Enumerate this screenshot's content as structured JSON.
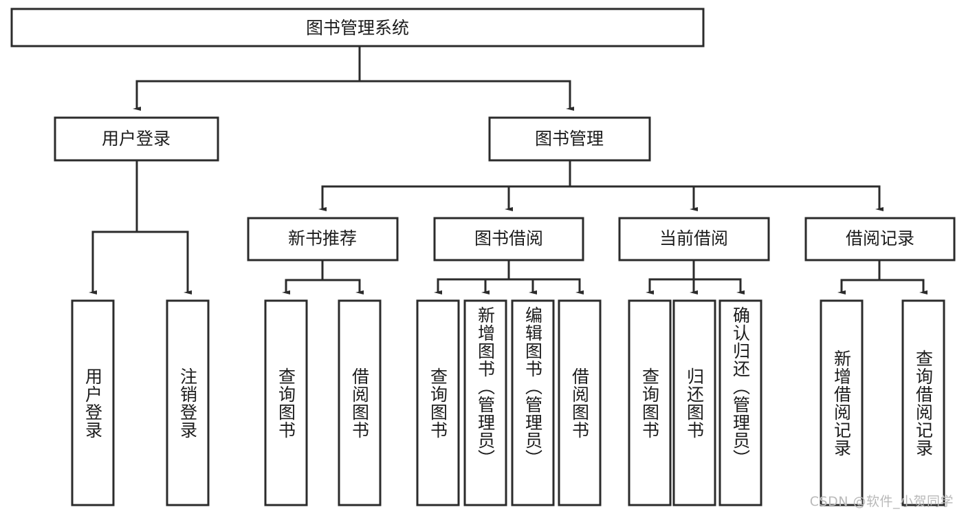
{
  "diagram": {
    "type": "tree-hierarchy",
    "title": "图书管理系统",
    "root": {
      "id": "root",
      "label": "图书管理系统"
    },
    "level1": [
      {
        "id": "user-login",
        "label": "用户登录"
      },
      {
        "id": "book-manage",
        "label": "图书管理"
      }
    ],
    "level2": [
      {
        "id": "new-book-recommend",
        "label": "新书推荐",
        "parent": "book-manage"
      },
      {
        "id": "book-borrow",
        "label": "图书借阅",
        "parent": "book-manage"
      },
      {
        "id": "current-borrow",
        "label": "当前借阅",
        "parent": "book-manage"
      },
      {
        "id": "borrow-record",
        "label": "借阅记录",
        "parent": "book-manage"
      }
    ],
    "leaves": [
      {
        "id": "leaf-user-login",
        "label": "用户登录",
        "parent": "user-login"
      },
      {
        "id": "leaf-logout",
        "label": "注销登录",
        "parent": "user-login"
      },
      {
        "id": "leaf-query-book-1",
        "label": "查询图书",
        "parent": "new-book-recommend"
      },
      {
        "id": "leaf-borrow-book-1",
        "label": "借阅图书",
        "parent": "new-book-recommend"
      },
      {
        "id": "leaf-query-book-2",
        "label": "查询图书",
        "parent": "book-borrow"
      },
      {
        "id": "leaf-add-book",
        "label": "新增图书（管理员）",
        "parent": "book-borrow"
      },
      {
        "id": "leaf-edit-book",
        "label": "编辑图书（管理员）",
        "parent": "book-borrow"
      },
      {
        "id": "leaf-borrow-book-2",
        "label": "借阅图书",
        "parent": "book-borrow"
      },
      {
        "id": "leaf-query-book-3",
        "label": "查询图书",
        "parent": "current-borrow"
      },
      {
        "id": "leaf-return-book",
        "label": "归还图书",
        "parent": "current-borrow"
      },
      {
        "id": "leaf-confirm-return",
        "label": "确认归还（管理员）",
        "parent": "current-borrow"
      },
      {
        "id": "leaf-add-record",
        "label": "新增借阅记录",
        "parent": "borrow-record"
      },
      {
        "id": "leaf-query-record",
        "label": "查询借阅记录",
        "parent": "borrow-record"
      }
    ],
    "colors": {
      "stroke": "#2b2b2b",
      "fill": "#ffffff",
      "text": "#1c1c1c",
      "watermark": "#b9b9b9"
    }
  },
  "watermark": {
    "text": "CSDN @软件_小贺同学"
  }
}
